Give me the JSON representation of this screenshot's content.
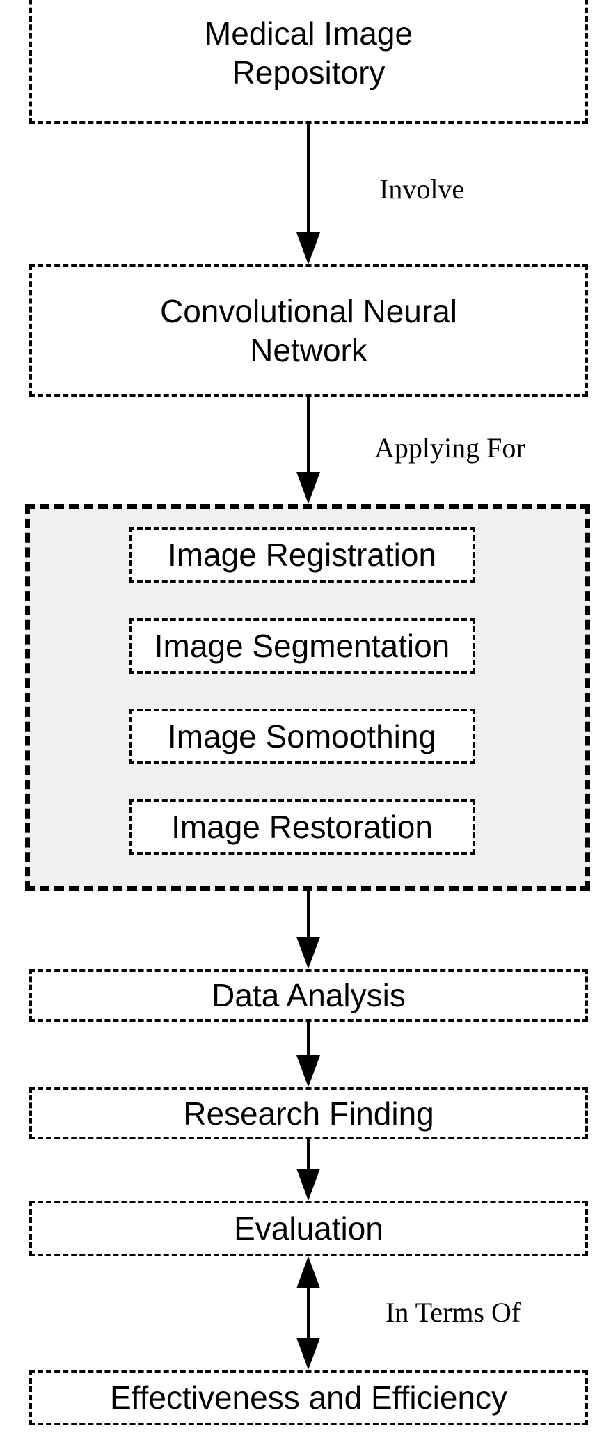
{
  "nodes": {
    "repository": {
      "label": "Medical Image Repository"
    },
    "cnn": {
      "label": "Convolutional Neural Network"
    },
    "applications": {
      "items": [
        {
          "label": "Image Registration"
        },
        {
          "label": "Image Segmentation"
        },
        {
          "label": "Image Somoothing"
        },
        {
          "label": "Image Restoration"
        }
      ]
    },
    "data_analysis": {
      "label": "Data Analysis"
    },
    "research_finding": {
      "label": "Research Finding"
    },
    "evaluation": {
      "label": "Evaluation"
    },
    "effectiveness": {
      "label": "Effectiveness and Efficiency"
    }
  },
  "edges": {
    "involve": {
      "label": "Involve"
    },
    "applying_for": {
      "label": "Applying For"
    },
    "in_terms_of": {
      "label": "In Terms Of"
    }
  },
  "colors": {
    "line": "#000000",
    "text": "#000000",
    "node_fill": "#ffffff",
    "group_fill": "#f0f0f0",
    "page_background": "#ffffff"
  }
}
